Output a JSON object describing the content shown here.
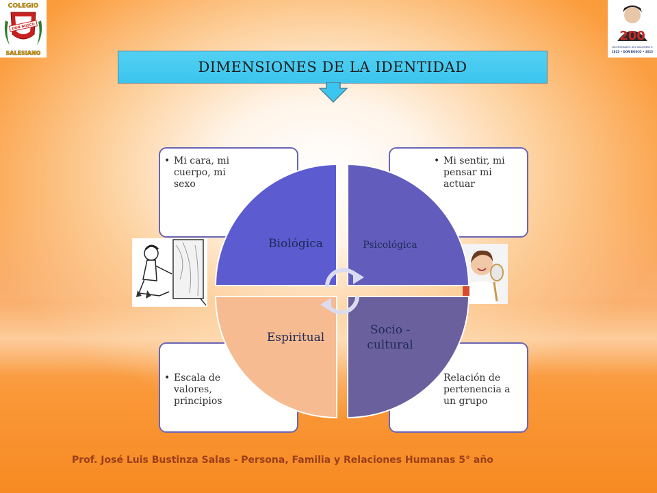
{
  "title": "DIMENSIONES DE LA IDENTIDAD",
  "logos": {
    "left": {
      "text_top": "COLEGIO",
      "text_ribbon": "DON BOSCO",
      "text_bottom": "SALESIANO"
    },
    "right": {
      "text_top": "BICENTENARIO DEL NACIMIENTO",
      "text_bottom": "1815 • DON BOSCO • 2015"
    }
  },
  "dimensions": [
    {
      "key": "biologica",
      "label": "Biológica",
      "color": "#5c5bd0",
      "description": "Mi cara, mi cuerpo, mi sexo"
    },
    {
      "key": "psicologica",
      "label": "Psicológica",
      "color": "#625dbd",
      "description": "Mi sentir, mi pensar mi actuar"
    },
    {
      "key": "espiritual",
      "label": "Espiritual",
      "color": "#f6bb91",
      "description": "Escala de valores, principios"
    },
    {
      "key": "socio_cultural",
      "label": "Socio - cultural",
      "label_line1": "Socio -",
      "label_line2": "cultural",
      "color": "#6a609d",
      "description": "Relación de pertenencia a un grupo"
    }
  ],
  "footer": "Prof. José Luis Bustinza Salas - Persona, Familia y Relaciones Humanas 5° año",
  "colors": {
    "banner": "#3cc5ee",
    "box_border": "#6a65b6",
    "footer_text": "#9a3f1c"
  }
}
